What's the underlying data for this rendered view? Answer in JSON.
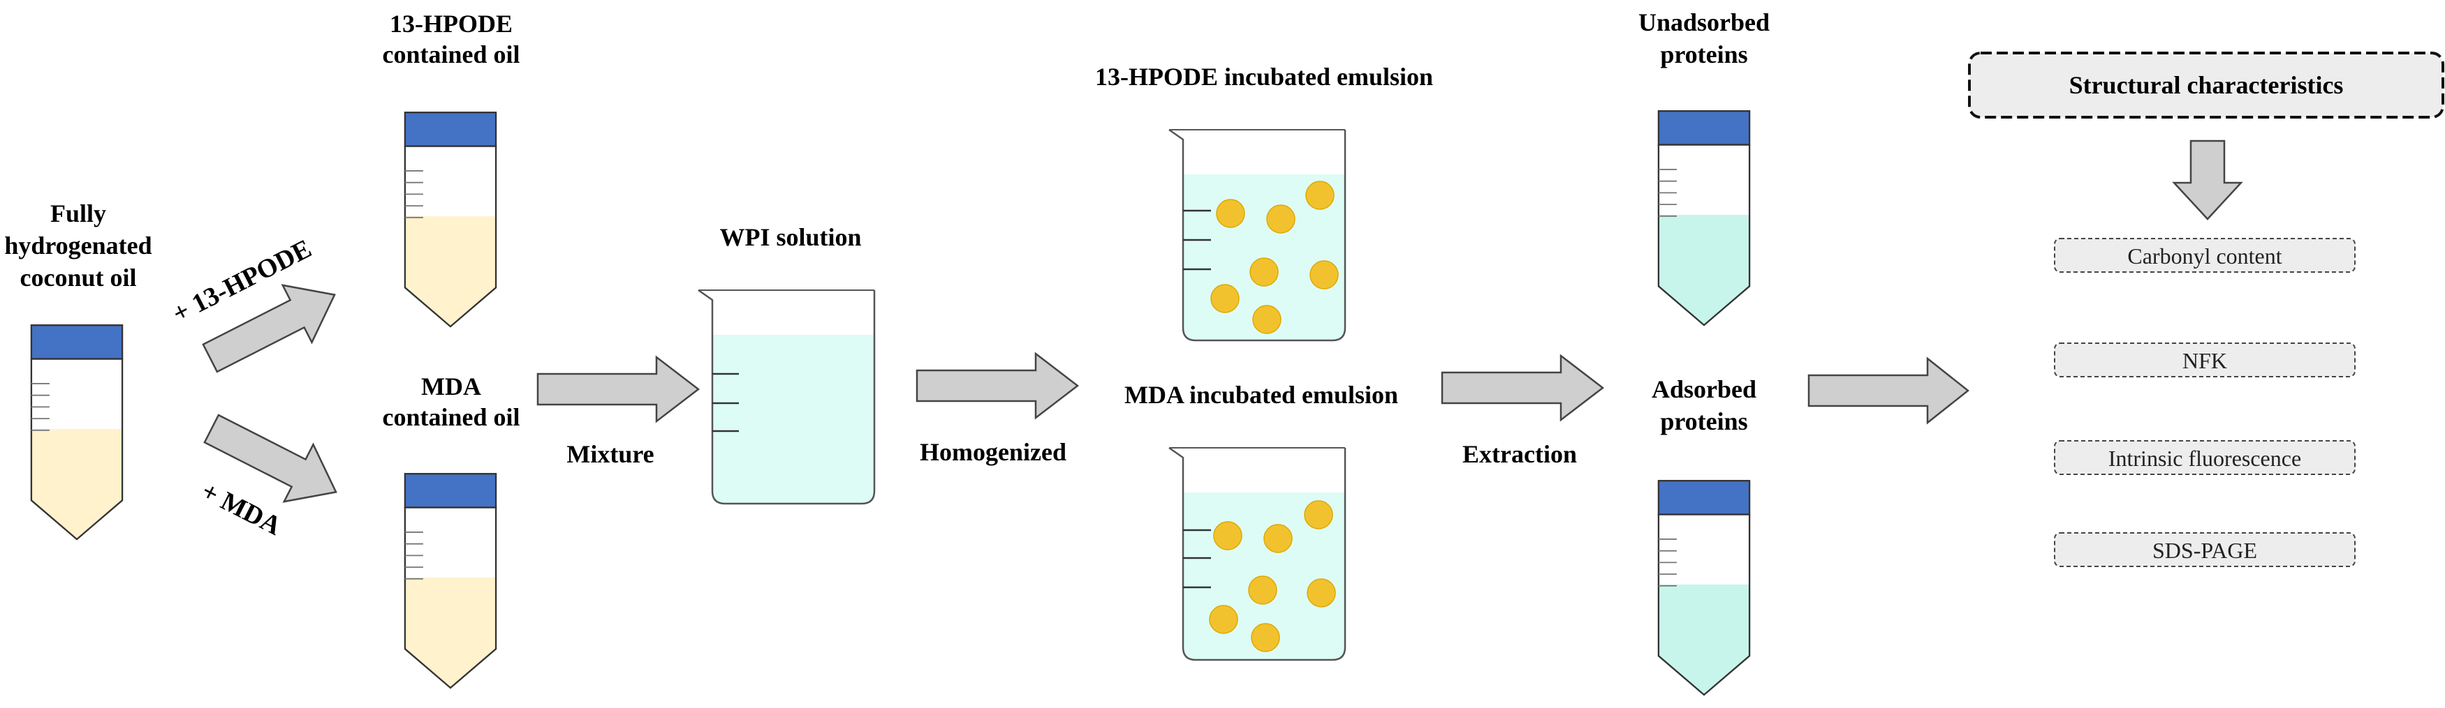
{
  "colors": {
    "tube_cap": "#4472C4",
    "oil_fill": "#FFF2CC",
    "protein_fill": "#C7F5EC",
    "beaker_liquid": "#DDFCF6",
    "droplet_fill": "#F2C22E",
    "arrow_fill": "#CFCFCF",
    "box_fill": "#EDEDED"
  },
  "labels": {
    "source_oil": [
      "Fully",
      "hydrogenated",
      "coconut oil"
    ],
    "add_hpode": "+ 13-HPODE",
    "add_mda": "+ MDA",
    "hpode_oil": [
      "13-HPODE",
      "contained oil"
    ],
    "mda_oil": [
      "MDA",
      "contained oil"
    ],
    "mixture": "Mixture",
    "wpi_solution": "WPI solution",
    "homogenized": "Homogenized",
    "hpode_emulsion": "13-HPODE incubated emulsion",
    "mda_emulsion": "MDA incubated emulsion",
    "extraction": "Extraction",
    "unadsorbed": [
      "Unadsorbed",
      "proteins"
    ],
    "adsorbed": [
      "Adsorbed",
      "proteins"
    ]
  },
  "analysis": {
    "header": "Structural characteristics",
    "items": [
      "Carbonyl content",
      "NFK",
      "Intrinsic fluorescence",
      "SDS-PAGE"
    ]
  }
}
